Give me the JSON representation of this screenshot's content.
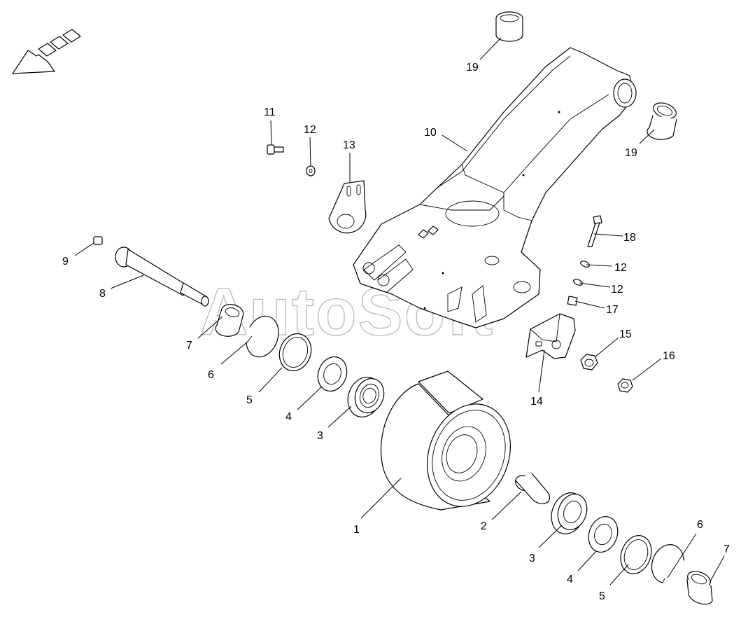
{
  "diagram": {
    "watermark": "AutoSoft",
    "callouts": [
      "1",
      "2",
      "3",
      "3",
      "4",
      "4",
      "5",
      "5",
      "6",
      "6",
      "7",
      "7",
      "8",
      "9",
      "10",
      "11",
      "12",
      "12",
      "12",
      "13",
      "14",
      "15",
      "16",
      "17",
      "18",
      "19",
      "19"
    ]
  }
}
